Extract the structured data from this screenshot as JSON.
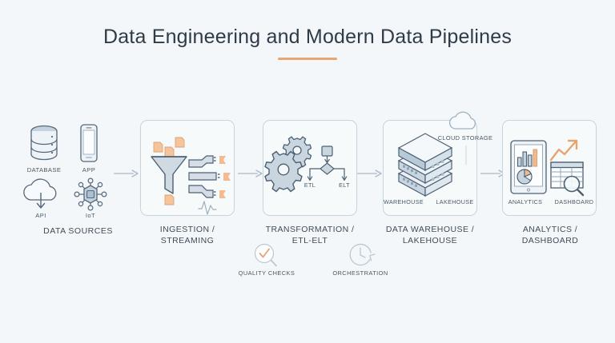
{
  "page": {
    "title": "Data Engineering and Modern Data Pipelines",
    "background_color": "#f4f7f9",
    "accent_color": "#e8a571",
    "line_color": "#c6d4de",
    "text_color": "#3f4c58"
  },
  "sources": {
    "group_label": "DATA SOURCES",
    "items": [
      {
        "label": "DATABASE",
        "icon": "database-icon"
      },
      {
        "label": "APP",
        "icon": "smartphone-icon"
      },
      {
        "label": "API",
        "icon": "cloud-download-icon"
      },
      {
        "label": "IoT",
        "icon": "iot-hub-icon"
      }
    ]
  },
  "stages": [
    {
      "id": "ingestion",
      "caption_line1": "INGESTION /",
      "caption_line2": "STREAMING",
      "icons": [
        "funnel-icon",
        "data-pipes-icon",
        "pulse-wave-icon",
        "document-icon"
      ]
    },
    {
      "id": "transformation",
      "caption_line1": "TRANSFORMATION /",
      "caption_line2": "ETL-ELT",
      "icons": [
        "gear-icon",
        "flowchart-icon"
      ],
      "branches": [
        "ETL",
        "ELT"
      ]
    },
    {
      "id": "warehouse",
      "caption_line1": "DATA WAREHOUSE /",
      "caption_line2": "LAKEHOUSE",
      "icons": [
        "server-stack-icon",
        "cloud-icon"
      ],
      "cloud_label": "CLOUD STORAGE",
      "sub_labels": [
        "WAREHOUSE",
        "LAKEHOUSE"
      ]
    },
    {
      "id": "analytics",
      "caption_line1": "ANALYTICS /",
      "caption_line2": "DASHBOARD",
      "icons": [
        "tablet-chart-icon",
        "trend-arrow-icon",
        "table-search-icon"
      ],
      "sub_labels": [
        "ANALYTICS",
        "DASHBOARD"
      ]
    }
  ],
  "notes": [
    {
      "label": "QUALITY CHECKS",
      "icon": "magnifier-check-icon"
    },
    {
      "label": "ORCHESTRATION",
      "icon": "clock-refresh-icon"
    }
  ],
  "connectors": [
    {
      "from": "sources",
      "to": "ingestion",
      "icon": "arrow-right-icon"
    },
    {
      "from": "ingestion",
      "to": "transformation",
      "icon": "arrow-right-icon"
    },
    {
      "from": "transformation",
      "to": "warehouse",
      "icon": "arrow-right-icon"
    },
    {
      "from": "warehouse",
      "to": "analytics",
      "icon": "arrow-right-icon"
    }
  ]
}
